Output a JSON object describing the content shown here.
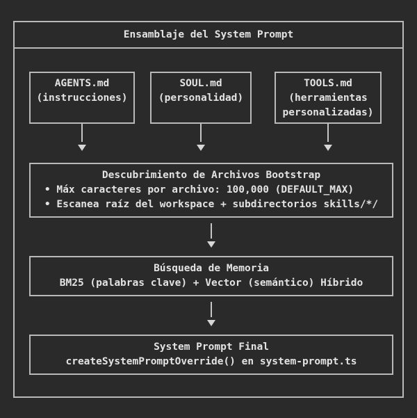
{
  "diagram": {
    "title": "Ensamblaje del System Prompt",
    "sources": [
      {
        "name": "AGENTS.md",
        "description": "(instrucciones)"
      },
      {
        "name": "SOUL.md",
        "description": "(personalidad)"
      },
      {
        "name": "TOOLS.md",
        "description": "(herramientas\npersonalizadas)"
      }
    ],
    "stages": [
      {
        "title": "Descubrimiento de Archivos Bootstrap",
        "lines": [
          "• Máx caracteres por archivo: 100,000 (DEFAULT_MAX)",
          "• Escanea raíz del workspace + subdirectorios skills/*/"
        ]
      },
      {
        "title": "Búsqueda de Memoria",
        "lines": [
          "BM25 (palabras clave) + Vector (semántico) Híbrido"
        ]
      },
      {
        "title": "System Prompt Final",
        "lines": [
          "createSystemPromptOverride() en system-prompt.ts"
        ]
      }
    ],
    "colors": {
      "background": "#2a2a2a",
      "text": "#e3e3e3",
      "border": "#b9b9b9",
      "arrow": "#d6d6d6"
    }
  }
}
